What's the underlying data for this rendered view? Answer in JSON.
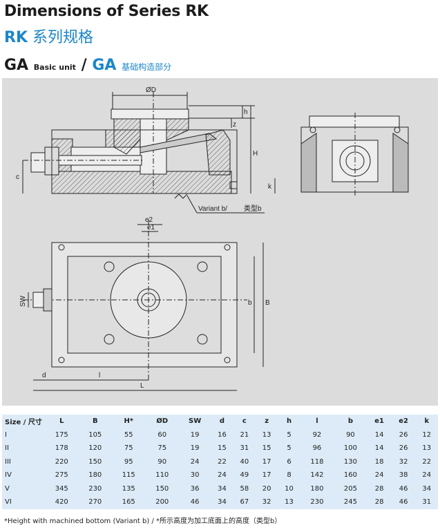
{
  "heading": {
    "title": "Dimensions of Series RK",
    "subtitle_code": "RK",
    "subtitle_cn": "系列规格"
  },
  "section": {
    "code": "GA",
    "label": "Basic unit",
    "slash": "/",
    "code_cn": "GA",
    "label_cn": "基础构造部分"
  },
  "drawing_labels": {
    "dia_d": "ØD",
    "h": "h",
    "z": "z",
    "H": "H",
    "c": "c",
    "k": "k",
    "variant": "Variant  b/",
    "variant_cn": "类型b",
    "e2": "e2",
    "e1": "e1",
    "sw": "SW",
    "b": "b",
    "B": "B",
    "d": "d",
    "l": "l",
    "L": "L"
  },
  "table": {
    "headers": [
      "Size / 尺寸",
      "L",
      "B",
      "H*",
      "ØD",
      "SW",
      "d",
      "c",
      "z",
      "h",
      "l",
      "b",
      "e1",
      "e2",
      "k"
    ],
    "rows": [
      [
        "I",
        "175",
        "105",
        "55",
        "60",
        "19",
        "16",
        "21",
        "13",
        "5",
        "92",
        "90",
        "14",
        "26",
        "12"
      ],
      [
        "II",
        "178",
        "120",
        "75",
        "75",
        "19",
        "15",
        "31",
        "15",
        "5",
        "96",
        "100",
        "14",
        "26",
        "13"
      ],
      [
        "III",
        "220",
        "150",
        "95",
        "90",
        "24",
        "22",
        "40",
        "17",
        "6",
        "118",
        "130",
        "18",
        "32",
        "22"
      ],
      [
        "IV",
        "275",
        "180",
        "115",
        "110",
        "30",
        "24",
        "49",
        "17",
        "8",
        "142",
        "160",
        "24",
        "38",
        "24"
      ],
      [
        "V",
        "345",
        "230",
        "135",
        "150",
        "36",
        "34",
        "58",
        "20",
        "10",
        "180",
        "205",
        "28",
        "46",
        "34"
      ],
      [
        "VI",
        "420",
        "270",
        "165",
        "200",
        "46",
        "34",
        "67",
        "32",
        "13",
        "230",
        "245",
        "28",
        "46",
        "31"
      ]
    ]
  },
  "footnote": "*Height with machined bottom (Variant b) / *所示高度为加工底面上的高度（类型b）"
}
